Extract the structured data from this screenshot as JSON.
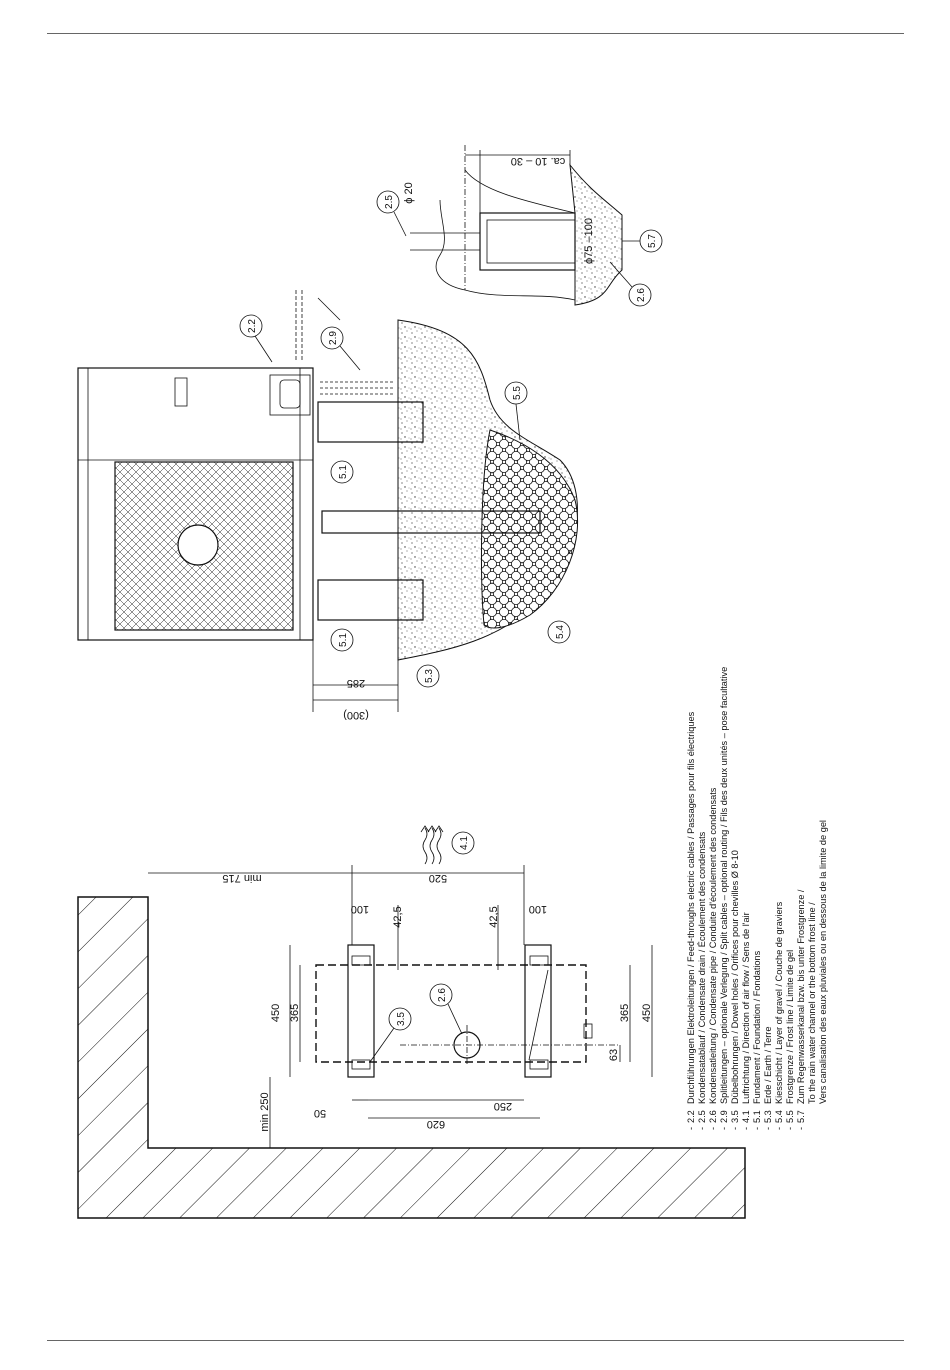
{
  "dimensions": {
    "plan": {
      "min_715": "min 715",
      "d520": "520",
      "d100_left": "100",
      "d100_right": "100",
      "d42_5_left": "42,5",
      "d42_5_right": "42,5",
      "d450_left": "450",
      "d365_left": "365",
      "d365_right": "365",
      "d450_right": "450",
      "d63": "63",
      "min_250": "min 250",
      "d50": "50",
      "d250": "250",
      "d620": "620"
    },
    "section": {
      "d285": "285",
      "d300": "(300)"
    },
    "detail": {
      "ca_10_30": "ca. 10 – 30",
      "phi_20": "ϕ 20",
      "phi_75_100": "ϕ75 –100"
    }
  },
  "callouts": {
    "c4_1": "4.1",
    "c3_5": "3.5",
    "c2_6_plan": "2.6",
    "c5_1_a": "5.1",
    "c5_1_b": "5.1",
    "c5_3": "5.3",
    "c5_4": "5.4",
    "c5_5": "5.5",
    "c2_2": "2.2",
    "c2_9": "2.9",
    "c2_5": "2.5",
    "c5_7": "5.7",
    "c2_6_detail": "2.6"
  },
  "legend": [
    {
      "dash": "-",
      "code": "2.2",
      "text": "Durchführungen Elektroleitungen / Feed-throughs electric cables / Passages pour fils électriques"
    },
    {
      "dash": "-",
      "code": "2.5",
      "text": "Kondensatablauf / Condensate drain / Écoulement des condensats"
    },
    {
      "dash": "-",
      "code": "2.6",
      "text": "Kondensatleitung / Condensate pipe / Conduite d'écoulement des condensats"
    },
    {
      "dash": "-",
      "code": "2.9",
      "text": "Splitleitungen – optionale Verlegung / Split cables – optional routing / Fils des deux unités – pose facultative"
    },
    {
      "dash": "-",
      "code": "3.5",
      "text": "Dübelbohrungen / Dowel holes / Orifices pour chevilles  Ø 8-10"
    },
    {
      "dash": "-",
      "code": "4.1",
      "text": "Luftrichtung / Direction of air flow / Sens de l'air"
    },
    {
      "dash": "-",
      "code": "5.1",
      "text": "Fundament / Foundation / Fondations"
    },
    {
      "dash": "-",
      "code": "5.3",
      "text": "Erde / Earth / Terre"
    },
    {
      "dash": "-",
      "code": "5.4",
      "text": "Kiesschicht / Layer of gravel / Couche de graviers"
    },
    {
      "dash": "-",
      "code": "5.5",
      "text": "Frostgrenze / Frost line / Limite de gel"
    },
    {
      "dash": "-",
      "code": "5.7",
      "text": "Zum Regenwasserkanal bzw. bis unter Frostgrenze /"
    },
    {
      "dash": "",
      "code": "",
      "text": "To the rain water channel or the bottom frost line /"
    },
    {
      "dash": "",
      "code": "",
      "text": "Vers canalisation des eaux pluviales ou en dessous de la limite de gel"
    }
  ]
}
